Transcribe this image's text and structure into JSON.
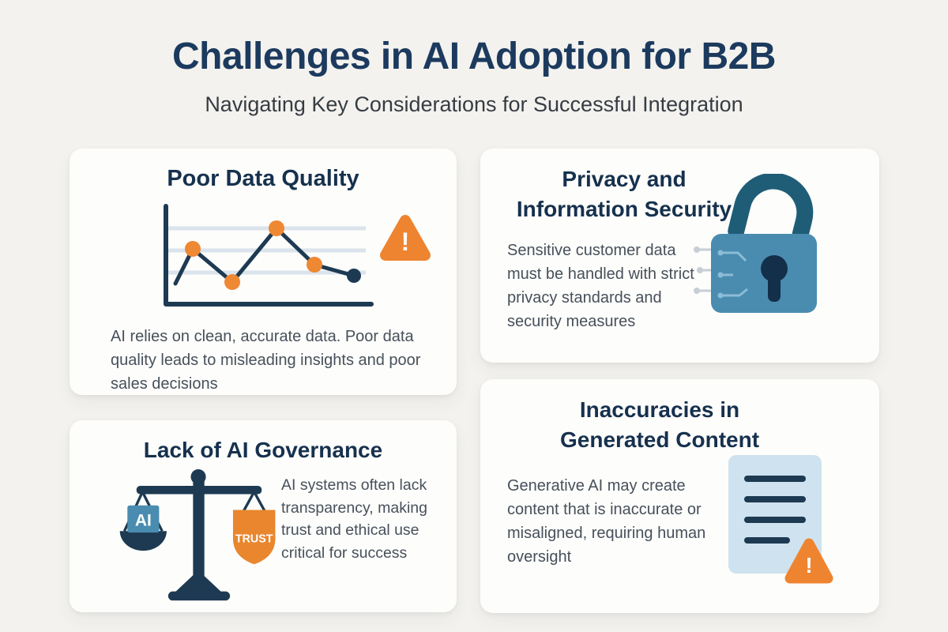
{
  "header": {
    "title": "Challenges in AI Adoption for B2B",
    "subtitle": "Navigating Key Considerations for Successful Integration"
  },
  "cards": [
    {
      "title": "Poor Data Quality",
      "body": "AI relies on clean, accurate data. Poor data quality leads to misleading insights and poor sales decisions",
      "icon": "line-chart-with-warning-icon"
    },
    {
      "title": "Privacy and Information Security",
      "body": "Sensitive customer data must be handled with strict privacy standards and security measures",
      "icon": "circuit-padlock-icon"
    },
    {
      "title": "Lack of AI Governance",
      "body": "AI systems often lack transparency, making trust and ethical use critical for success",
      "icon": "balance-scale-icon",
      "scale_left_label": "AI",
      "scale_shield_label": "TRUST"
    },
    {
      "title": "Inaccuracies in Generated Content",
      "body": "Generative AI may create content that is inaccurate or misaligned, requiring human oversight",
      "icon": "document-with-warning-icon"
    }
  ],
  "icons": {
    "warning_mark": "!"
  },
  "colors": {
    "background": "#f4f2ee",
    "card": "#fdfdfb",
    "heading_navy": "#1c3a5e",
    "body_text": "#47505b",
    "accent_orange": "#ee8430",
    "accent_teal": "#4a8cb0",
    "icon_navy": "#1d3a52",
    "doc_light_blue": "#cfe2ef"
  }
}
